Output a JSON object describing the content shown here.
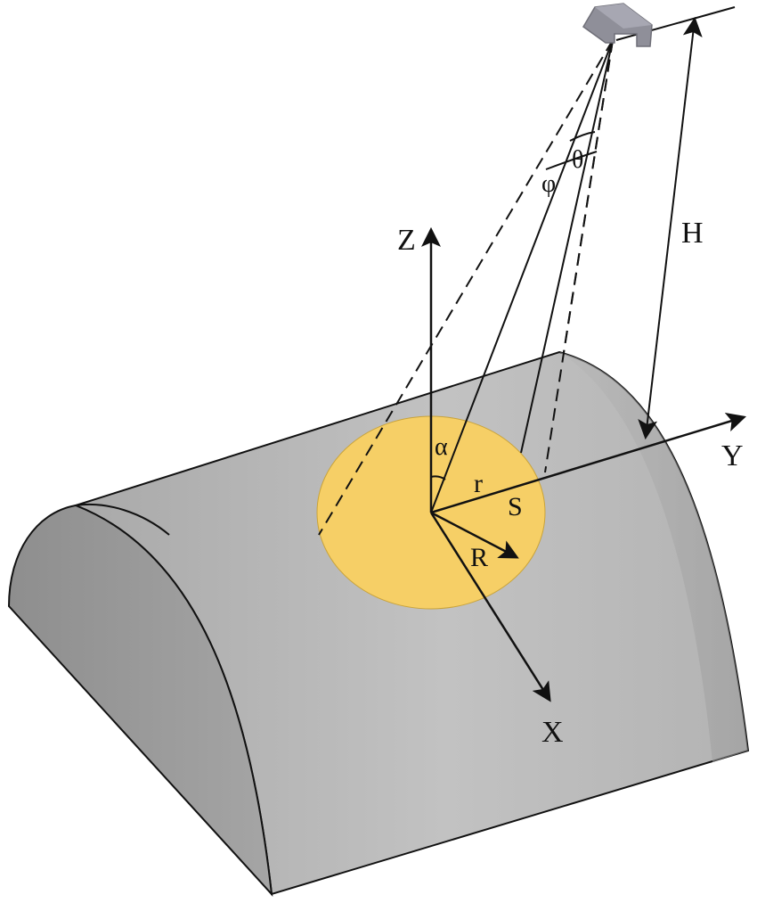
{
  "labels": {
    "z": "Z",
    "y": "Y",
    "x": "X",
    "h": "H",
    "phi": "φ",
    "theta": "θ",
    "alpha": "α",
    "r": "r",
    "s": "S",
    "big_r": "R"
  },
  "colors": {
    "surface": "#bdbdbd",
    "surface_dark": "#8f8f8f",
    "spot": "#f6cf66",
    "sensor": "#8f8f99",
    "ink": "#111111"
  },
  "icons": {
    "sensor": "sensor-head-icon"
  }
}
